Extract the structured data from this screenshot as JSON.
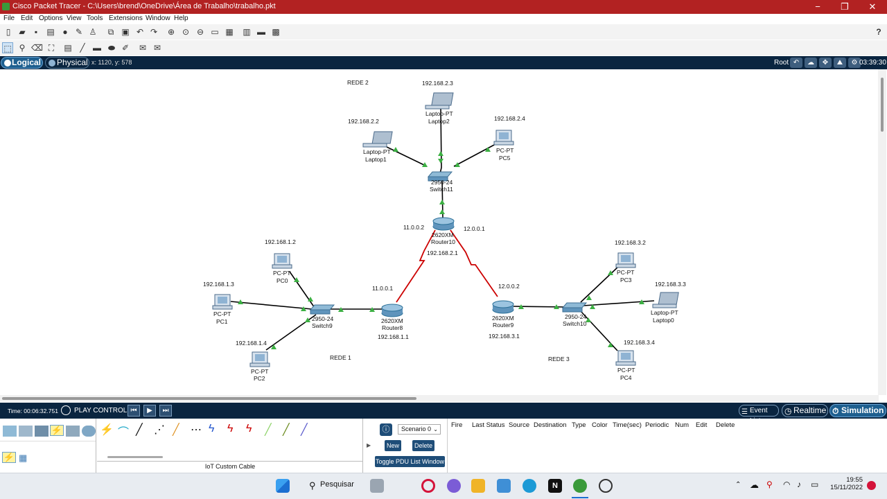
{
  "window": {
    "title": "Cisco Packet Tracer - C:\\Users\\brend\\OneDrive\\Área de Trabalho\\trabalho.pkt",
    "minimize_icon": "−",
    "maximize_icon": "❐",
    "close_icon": "✕"
  },
  "menu": [
    "File",
    "Edit",
    "Options",
    "View",
    "Tools",
    "Extensions",
    "Window",
    "Help"
  ],
  "toolbar": {
    "help": "?"
  },
  "modebar": {
    "logical": "Logical",
    "physical": "Physical",
    "coords": "x: 1120, y: 578",
    "root": "Root",
    "clock": "03:39:30"
  },
  "topology": {
    "networks": [
      "REDE 2",
      "REDE 1",
      "REDE 3"
    ],
    "devices": [
      {
        "id": "laptop2",
        "model": "Laptop-PT",
        "name": "Laptop2",
        "ip": "192.168.2.3"
      },
      {
        "id": "laptop1",
        "model": "Laptop-PT",
        "name": "Laptop1",
        "ip": "192.168.2.2"
      },
      {
        "id": "pc5",
        "model": "PC-PT",
        "name": "PC5",
        "ip": "192.168.2.4"
      },
      {
        "id": "switch11",
        "model": "2950-24",
        "name": "Switch11"
      },
      {
        "id": "router10",
        "model": "2620XM",
        "name": "Router10"
      },
      {
        "id": "pc0",
        "model": "PC-PT",
        "name": "PC0",
        "ip": "192.168.1.2"
      },
      {
        "id": "pc1",
        "model": "PC-PT",
        "name": "PC1",
        "ip": "192.168.1.3"
      },
      {
        "id": "pc2",
        "model": "PC-PT",
        "name": "PC2",
        "ip": "192.168.1.4"
      },
      {
        "id": "switch9",
        "model": "2950-24",
        "name": "Switch9"
      },
      {
        "id": "router8",
        "model": "2620XM",
        "name": "Router8",
        "ip": "192.168.1.1"
      },
      {
        "id": "router9",
        "model": "2620XM",
        "name": "Router9",
        "ip": "192.168.3.1"
      },
      {
        "id": "switch10",
        "model": "2950-24",
        "name": "Switch10"
      },
      {
        "id": "pc3",
        "model": "PC-PT",
        "name": "PC3",
        "ip": "192.168.3.2"
      },
      {
        "id": "laptop0",
        "model": "Laptop-PT",
        "name": "Laptop0",
        "ip": "192.168.3.3"
      },
      {
        "id": "pc4",
        "model": "PC-PT",
        "name": "PC4",
        "ip": "192.168.3.4"
      }
    ],
    "link_ips": {
      "r10_left": "11.0.0.2",
      "r10_right": "12.0.0.1",
      "r10_lan": "192.168.2.1",
      "r8_wan": "11.0.0.1",
      "r9_wan": "12.0.0.2"
    },
    "colors": {
      "ethernet": "#000000",
      "serial": "#cc0000",
      "link_up": "#3cb043",
      "router": "#2a6f97"
    }
  },
  "simbar": {
    "time": "Time: 00:06:32.751",
    "play_controls": "PLAY CONTROLS:",
    "event_list": "Event List",
    "realtime": "Realtime",
    "simulation": "Simulation"
  },
  "bottom": {
    "device_description": "IoT Custom Cable",
    "scenario": "Scenario 0",
    "new": "New",
    "delete": "Delete",
    "toggle": "Toggle PDU List Window",
    "pdu_columns": [
      "Fire",
      "Last Status",
      "Source",
      "Destination",
      "Type",
      "Color",
      "Time(sec)",
      "Periodic",
      "Num",
      "Edit",
      "Delete"
    ]
  },
  "taskbar": {
    "search": "Pesquisar",
    "time": "19:55",
    "date": "15/11/2022"
  }
}
